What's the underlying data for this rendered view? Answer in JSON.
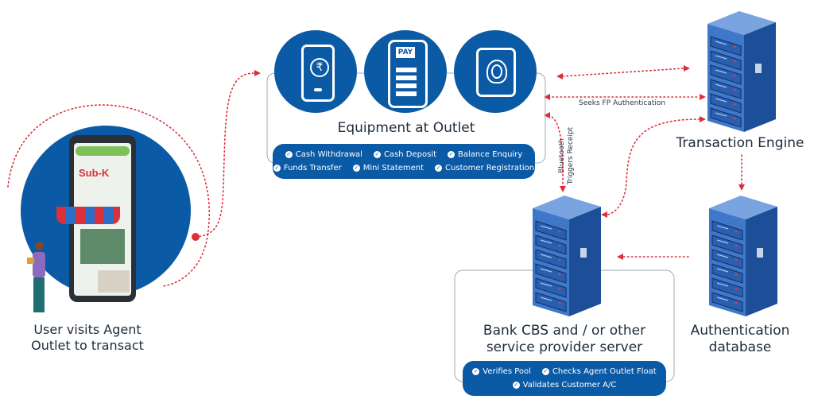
{
  "nodes": {
    "user": {
      "label_line1": "User visits Agent",
      "label_line2": "Outlet to transact"
    },
    "outlet": {
      "label": "Equipment at Outlet"
    },
    "engine": {
      "label": "Transaction Engine"
    },
    "bank": {
      "label_line1": "Bank CBS and / or other",
      "label_line2": "service provider server"
    },
    "auth": {
      "label_line1": "Authentication",
      "label_line2": "database"
    }
  },
  "outlet_services": {
    "row1": [
      "Cash Withdrawal",
      "Cash Deposit",
      "Balance Enquiry"
    ],
    "row2": [
      "Funds Transfer",
      "Mini Statement",
      "Customer Registration"
    ]
  },
  "bank_services": {
    "row1": [
      "Verifies Pool",
      "Checks Agent Outlet Float"
    ],
    "row2": [
      "Validates Customer A/C"
    ]
  },
  "edge_labels": {
    "fp_auth": "Seeks FP Authentication",
    "bluetooth": "Bluetooth",
    "triggers": "Triggers Receipt"
  },
  "phone": {
    "brand": "Sub-K",
    "pos_label": "PAY",
    "rupee": "₹"
  },
  "icons": [
    "rupee-phone-icon",
    "pos-terminal-icon",
    "fingerprint-tablet-icon",
    "server-icon"
  ],
  "colors": {
    "primary": "#0b5aa6",
    "dotted_line": "#d9303b",
    "server": "#3f78c8"
  }
}
